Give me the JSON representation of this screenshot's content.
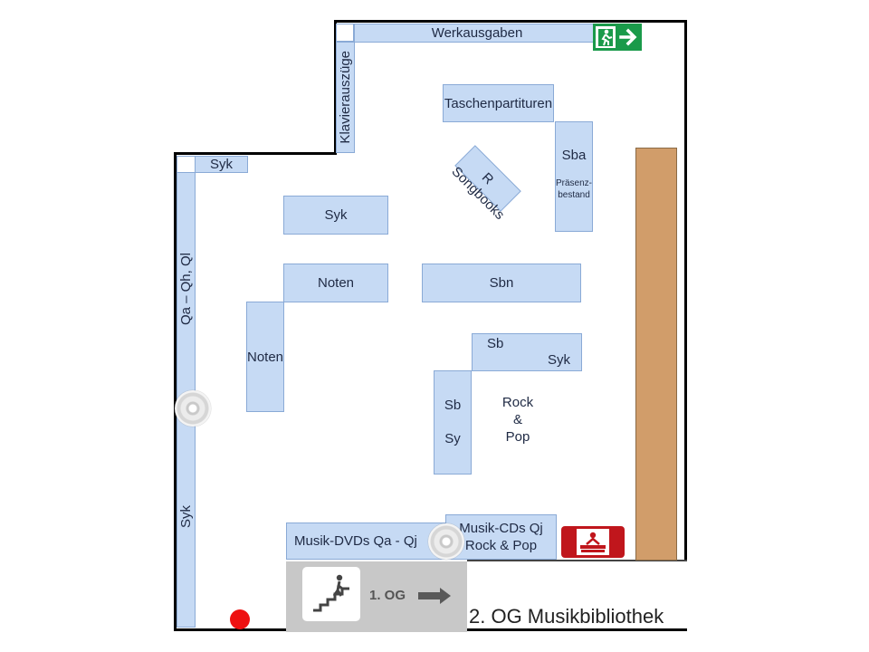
{
  "map": {
    "title": "2. OG Musikbibliothek",
    "shelves": {
      "werkausgaben": "Werkausgaben",
      "klavierauszuege": "Klavierauszüge",
      "syk_top_left": "Syk",
      "qa_qh": "Qa – Qh, Ql",
      "syk_left_bottom": "Syk",
      "taschenpartituren": "Taschenpartituren",
      "sba": "Sba",
      "sba_note": "Präsenz-\nbestand",
      "r_songbooks_main": "R",
      "r_songbooks_sub": "Songbooks",
      "syk_center": "Syk",
      "noten_horizontal": "Noten",
      "noten_vertical": "Noten",
      "sbn": "Sbn",
      "sb_h": "Sb",
      "syk_h": "Syk",
      "sb_v": "Sb",
      "sy_v": "Sy",
      "rock_pop": "Rock\n&\nPop",
      "dvds": "Musik-DVDs Qa - Qj",
      "cds_line1": "Musik-CDs Qj",
      "cds_line2": "Rock & Pop"
    },
    "stairs_label": "1. OG",
    "icons": {
      "exit": "emergency-exit-sign",
      "stairs": "stairs-down",
      "service": "information-desk",
      "marker": "location-dot"
    },
    "colors": {
      "shelf": "#c6daf4",
      "counter": "#d19d6a",
      "exit_green": "#1a9a4a",
      "service_red": "#c0161c",
      "marker_red": "#ee1111",
      "stair_gray": "#c8c8c8"
    }
  }
}
